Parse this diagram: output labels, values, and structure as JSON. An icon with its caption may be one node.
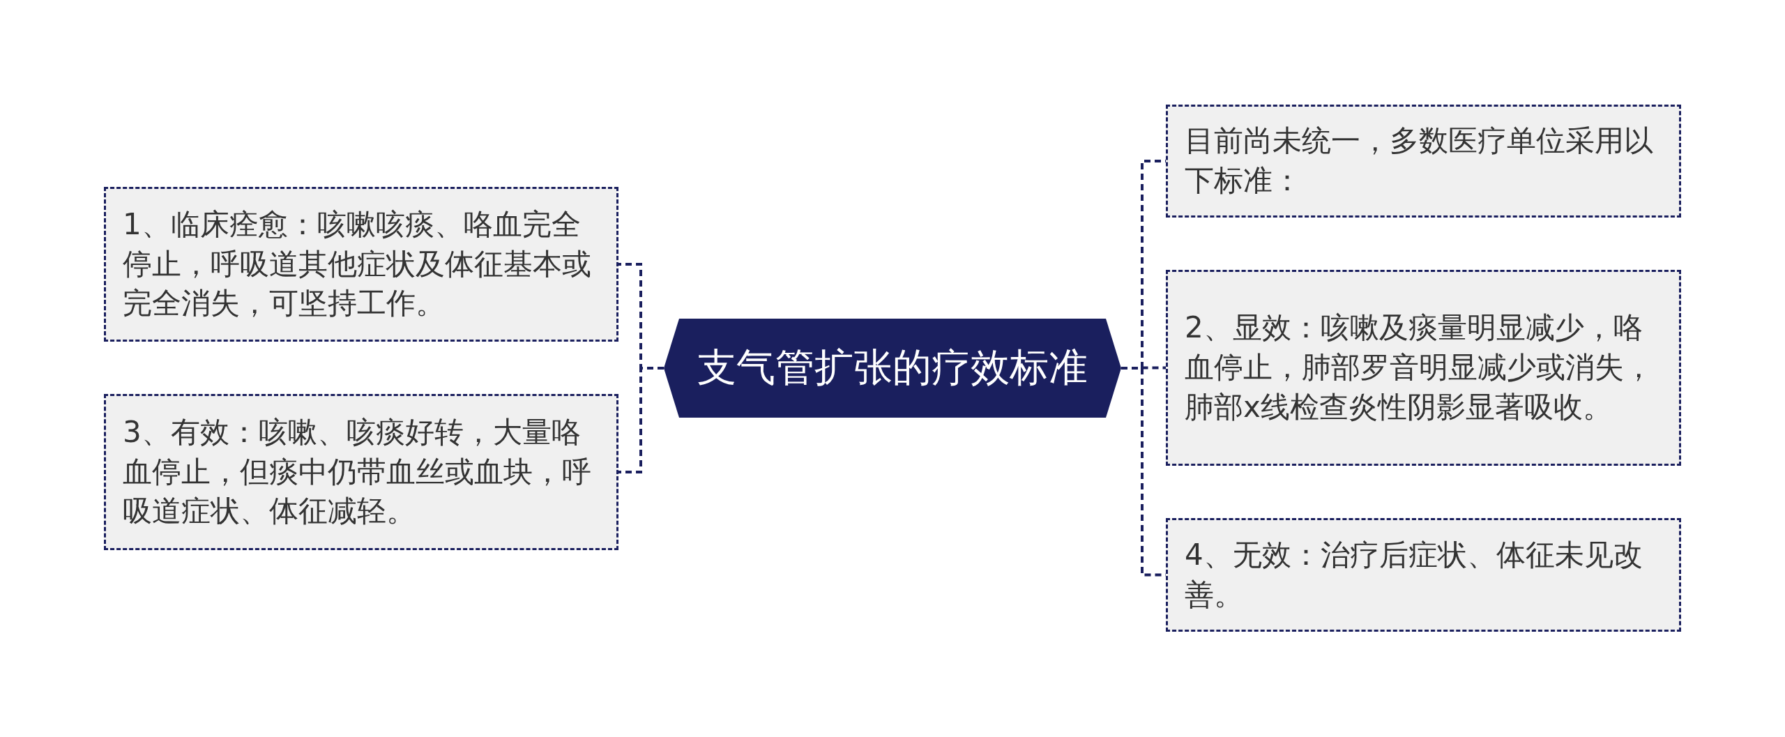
{
  "diagram": {
    "nodes": [
      {
        "text": [
          "支气管扩张的疗效标准"
        ]
      },
      {
        "text": [
          "目前尚未统一，多数医疗单位采用以下标准："
        ]
      },
      {
        "text": [
          "1、临床痊愈：咳嗽咳痰、咯血完全停止，呼吸道其他症状及体征基本或完全消失，可坚持工作。"
        ]
      },
      {
        "text": [
          "2、显效：咳嗽及痰量明显减少，咯血停止，肺部罗音明显减少或消失，肺部x线检查炎性阴影显著吸收。"
        ]
      },
      {
        "text": [
          "3、有效：咳嗽、咳痰好转，大量咯血停止，但痰中仍带血丝或血块，呼吸道症状、体征减轻。"
        ]
      },
      {
        "text": [
          "4、无效：治疗后症状、体征未见改善。"
        ]
      }
    ],
    "edges": [
      {
        "from": 0,
        "to": 1,
        "arrow": "none",
        "style": "dashed"
      },
      {
        "from": 0,
        "to": 2,
        "arrow": "none",
        "style": "dashed"
      },
      {
        "from": 0,
        "to": 3,
        "arrow": "none",
        "style": "dashed"
      },
      {
        "from": 0,
        "to": 4,
        "arrow": "none",
        "style": "dashed"
      },
      {
        "from": 0,
        "to": 5,
        "arrow": "none",
        "style": "dashed"
      }
    ]
  }
}
